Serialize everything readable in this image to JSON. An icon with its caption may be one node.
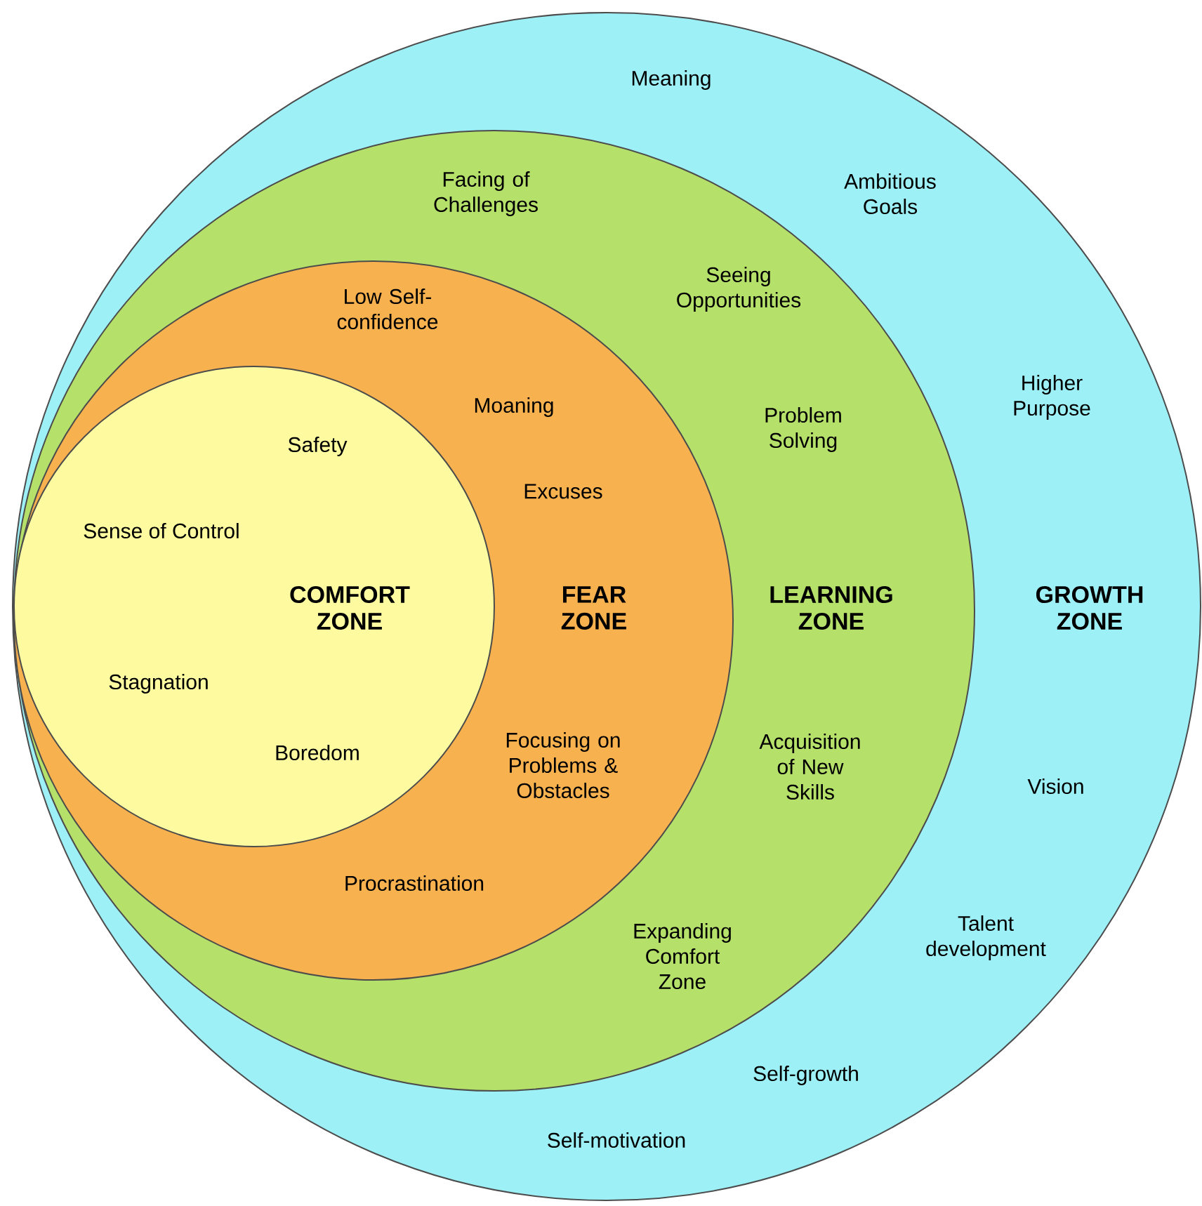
{
  "diagram": {
    "nodes": [
      {
        "text": [
          "Meaning",
          "Ambitious Goals",
          "Higher Purpose",
          "GROWTH ZONE",
          "Vision",
          "Talent development",
          "Self-growth",
          "Self-motivation"
        ]
      },
      {
        "text": [
          "Facing of Challenges",
          "Seeing Opportunities",
          "Problem Solving",
          "LEARNING ZONE",
          "Acquisition of New Skills",
          "Expanding Comfort Zone"
        ],
        "in": 0
      },
      {
        "text": [
          "Low Self-confidence",
          "Moaning",
          "Excuses",
          "FEAR ZONE",
          "Focusing on Problems & Obstacles",
          "Procrastination"
        ],
        "in": 1
      },
      {
        "text": [
          "Safety",
          "Sense of Control",
          "COMFORT ZONE",
          "Stagnation",
          "Boredom"
        ],
        "in": 2
      }
    ]
  }
}
